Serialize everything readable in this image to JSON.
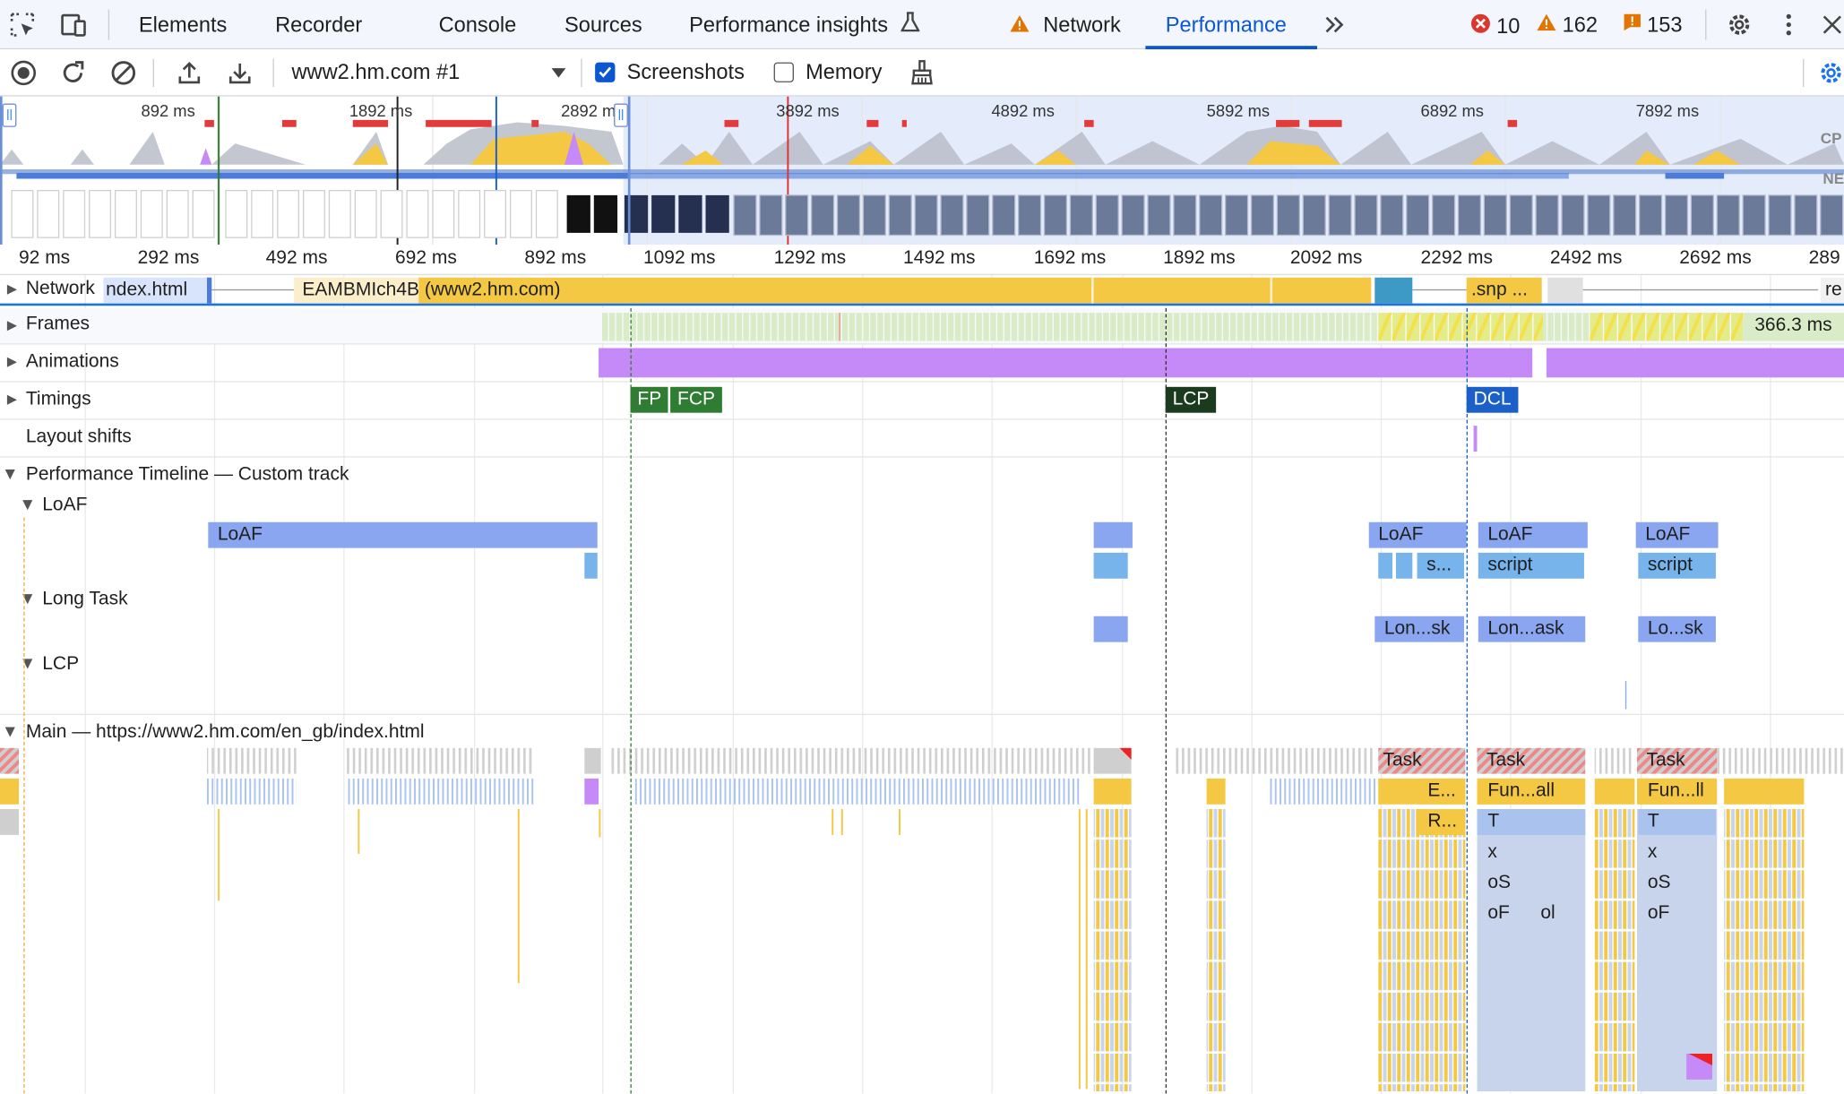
{
  "tabs": {
    "elements": "Elements",
    "recorder": "Recorder",
    "console": "Console",
    "sources": "Sources",
    "perf_insights": "Performance insights",
    "network": "Network",
    "performance": "Performance",
    "errors": "10",
    "warnings": "162",
    "issues": "153"
  },
  "toolbar": {
    "profile": "www2.hm.com #1",
    "screenshots": "Screenshots",
    "memory": "Memory"
  },
  "overview": {
    "labels": [
      "892 ms",
      "1892 ms",
      "2892 ms",
      "3892 ms",
      "4892 ms",
      "5892 ms",
      "6892 ms",
      "7892 ms"
    ],
    "cpu": "CP",
    "net": "NE"
  },
  "ruler": [
    "92 ms",
    "292 ms",
    "492 ms",
    "692 ms",
    "892 ms",
    "1092 ms",
    "1292 ms",
    "1492 ms",
    "1692 ms",
    "1892 ms",
    "2092 ms",
    "2292 ms",
    "2492 ms",
    "2692 ms",
    "289"
  ],
  "tracks": {
    "network": "Network",
    "network_req1": "ndex.html",
    "network_req2": "EAMBMIch4B (www2.hm.com)",
    "network_req3": ".snp ...",
    "network_req4": "re",
    "frames": "Frames",
    "frames_time": "366.3 ms",
    "animations": "Animations",
    "timings": "Timings",
    "fp": "FP",
    "fcp": "FCP",
    "lcp": "LCP",
    "dcl": "DCL",
    "layout_shifts": "Layout shifts",
    "custom": "Performance Timeline — Custom track",
    "loaf": "LoAF",
    "long_task": "Long Task",
    "lcp_track": "LCP",
    "main": "Main — https://www2.hm.com/en_gb/index.html"
  },
  "events": {
    "loaf": "LoAF",
    "s": "s...",
    "script": "script",
    "lon1": "Lon...sk",
    "lon2": "Lon...ask",
    "lo": "Lo...sk",
    "task": "Task",
    "e": "E...",
    "r": "R...",
    "fun1": "Fun...all",
    "fun2": "Fun...ll",
    "t": "T",
    "x": "x",
    "os": "oS",
    "of": "oF",
    "ol": "ol"
  },
  "colors": {
    "accent": "#0b57d0",
    "loaf": "#8aa6f0",
    "script": "#78b4ec",
    "network_yellow": "#f4c842",
    "animation": "#c58af7",
    "fp": "#2e7d32",
    "lcp": "#1a3b1e",
    "dcl": "#1b5fc9",
    "task_grey": "#cfcfcf",
    "func_yellow": "#f4c842"
  }
}
